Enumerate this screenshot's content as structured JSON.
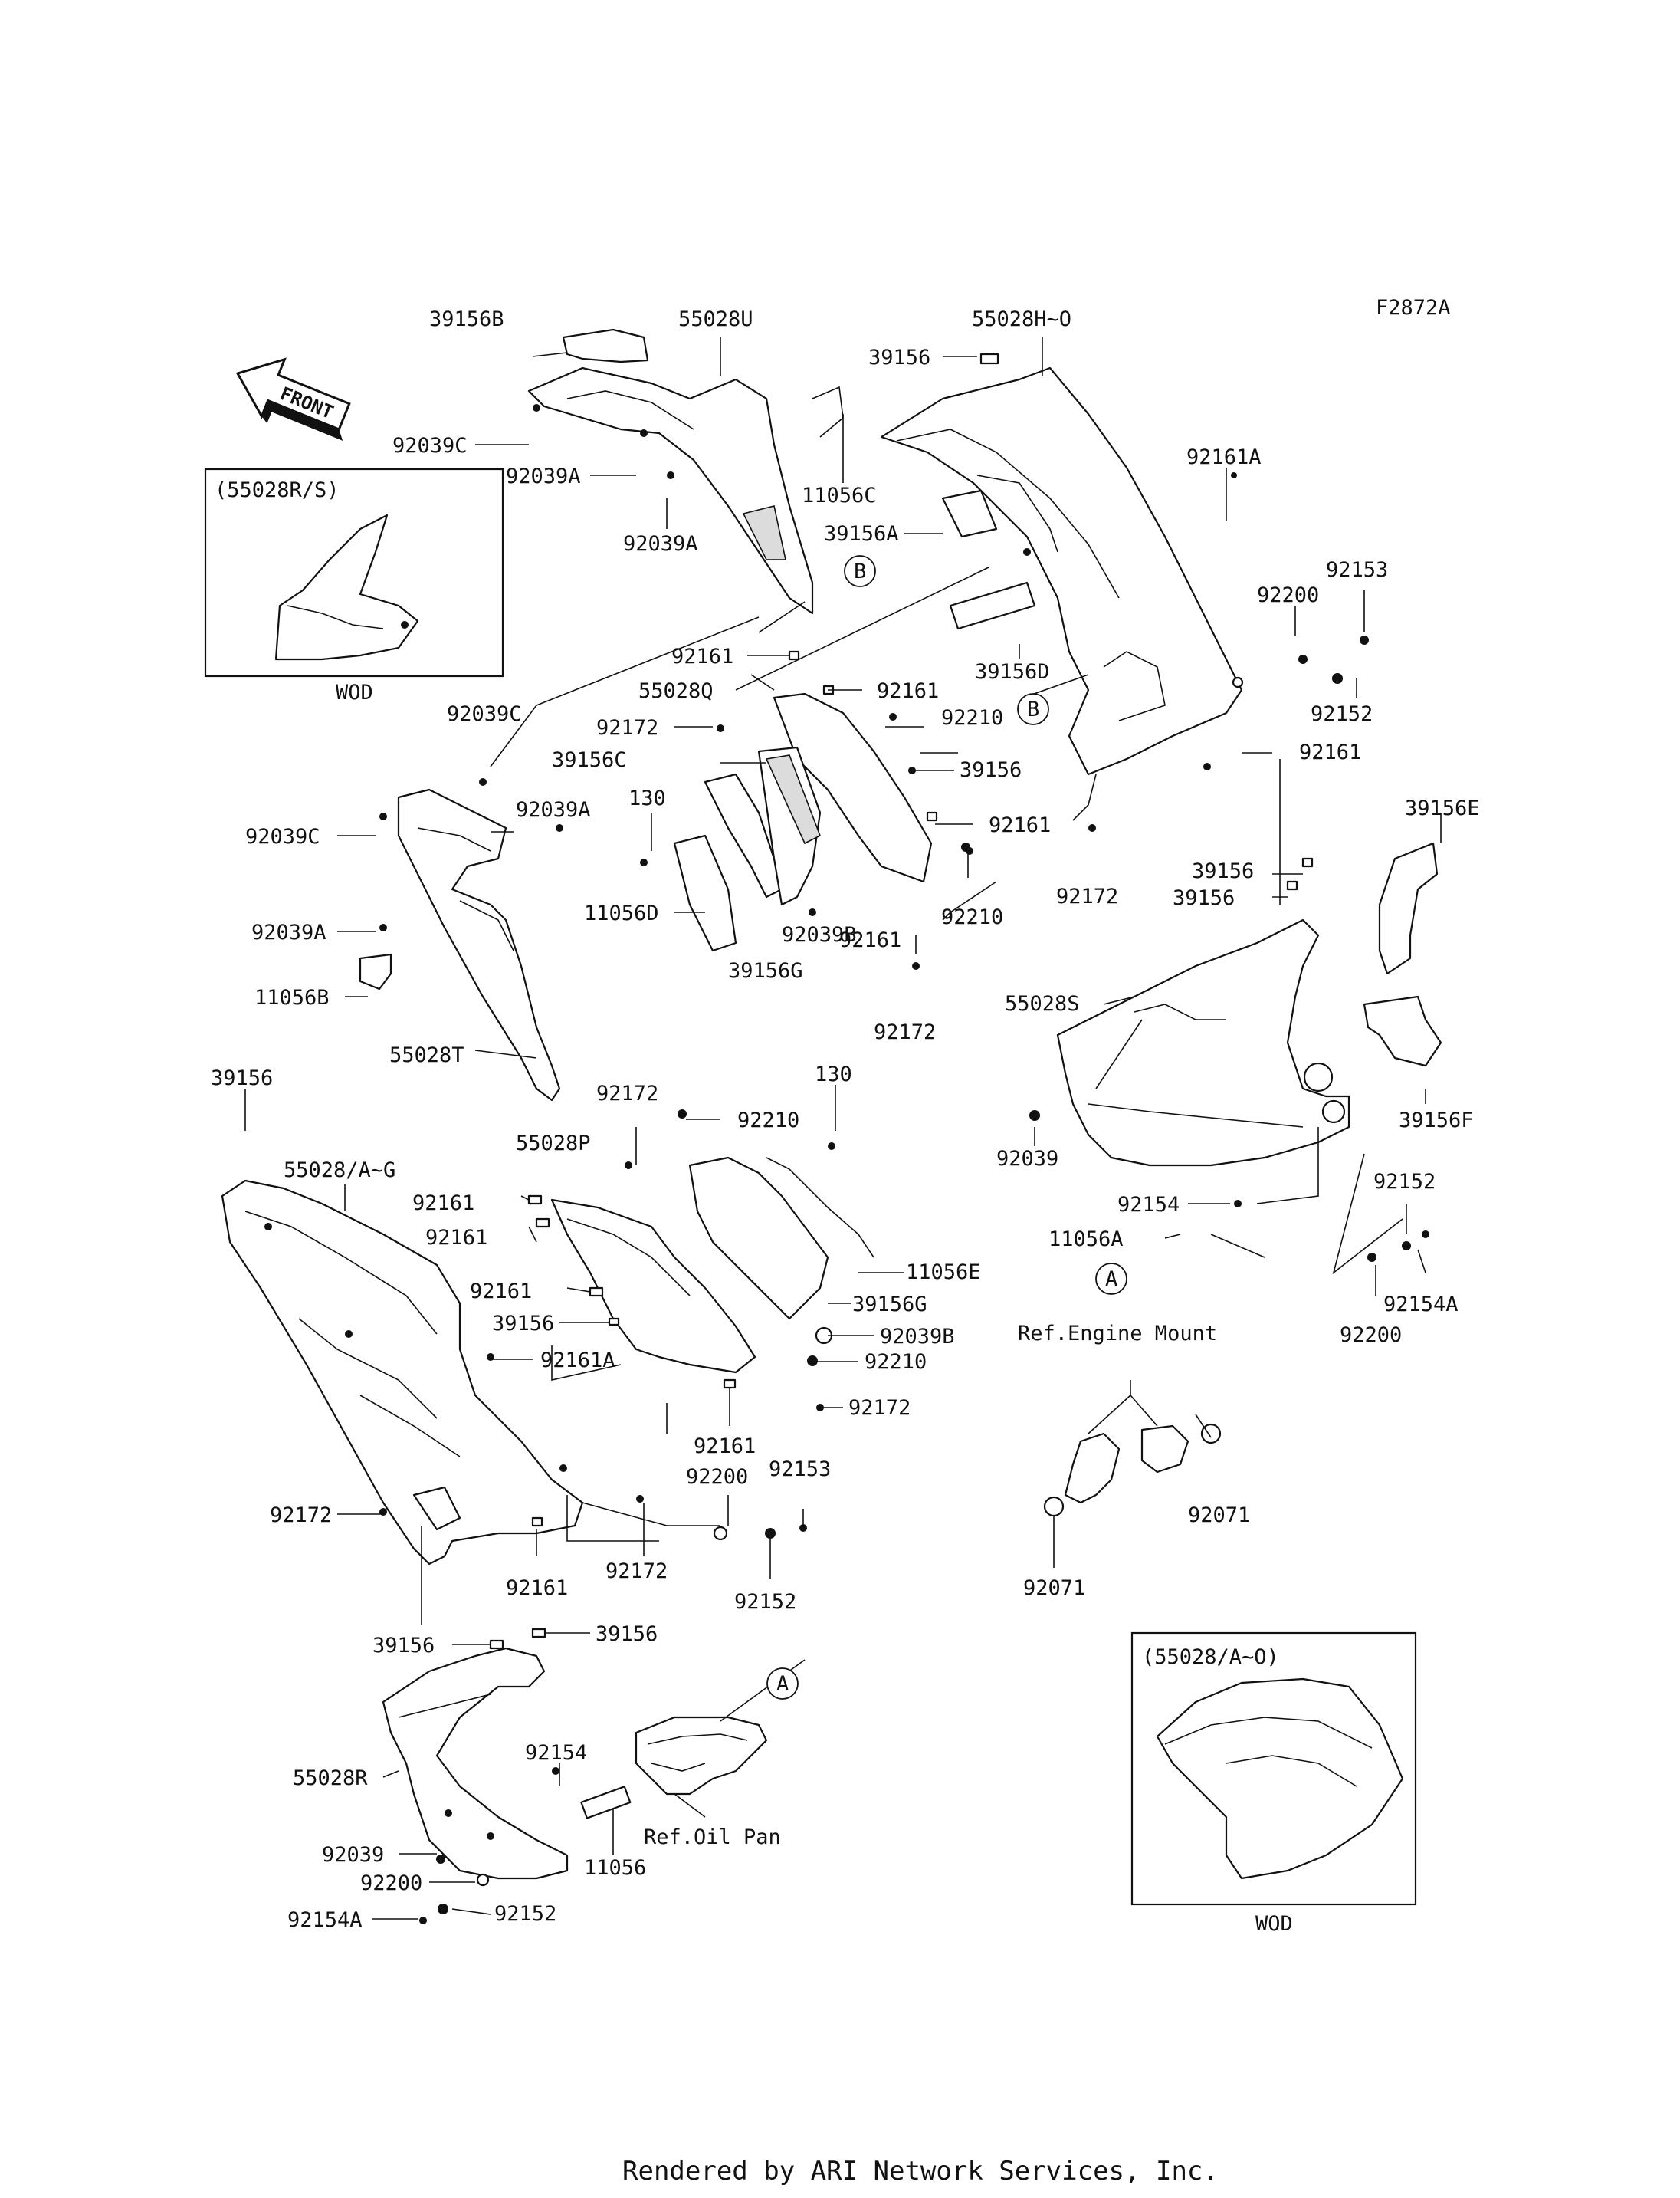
{
  "figure_code": "F2872A",
  "front_label": "FRONT",
  "footer": "Rendered by ARI Network Services, Inc.",
  "insets": {
    "top_left": {
      "title": "(55028R/S)",
      "caption": "WOD"
    },
    "bottom_right": {
      "title": "(55028/A~O)",
      "caption": "WOD"
    }
  },
  "reference_labels": {
    "engine_mount": "Ref.Engine Mount",
    "oil_pan": "Ref.Oil Pan"
  },
  "circle_markers": [
    "A",
    "B"
  ],
  "part_labels": [
    "39156B",
    "55028U",
    "55028H~O",
    "39156",
    "92039C",
    "92039A",
    "11056C",
    "92161A",
    "92039A",
    "39156A",
    "92200",
    "92153",
    "39156D",
    "92161",
    "55028Q",
    "92161",
    "92172",
    "92210",
    "92152",
    "92161",
    "92039C",
    "39156C",
    "39156",
    "130",
    "92039C",
    "92039A",
    "92161",
    "39156E",
    "11056D",
    "92210",
    "92172",
    "39156",
    "92039A",
    "92172",
    "39156",
    "92161",
    "39156G",
    "92039B",
    "11056B",
    "55028S",
    "55028T",
    "92172",
    "39156",
    "92172",
    "130",
    "92210",
    "55028P",
    "92039",
    "55028/A~G",
    "92161",
    "92152",
    "39156F",
    "92161",
    "92154",
    "11056E",
    "11056A",
    "92161",
    "39156G",
    "92154A",
    "39156",
    "92039B",
    "92200",
    "92161A",
    "92210",
    "92172",
    "92161",
    "92200",
    "92153",
    "92071",
    "92172",
    "92161",
    "92172",
    "92152",
    "92071",
    "39156",
    "39156",
    "55028R",
    "92154",
    "11056",
    "92039",
    "92200",
    "92154A",
    "92152"
  ]
}
